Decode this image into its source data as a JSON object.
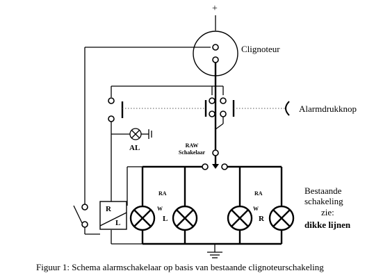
{
  "labels": {
    "supply": "+",
    "flasher": "Clignoteur",
    "alarm_button": "Alarmdrukknop",
    "indicator": "AL",
    "switch_code": "RAW",
    "switch_name": "Schakelaar",
    "lamp_group_left": "RA\nW",
    "left_side": "L",
    "lamp_group_right": "RA\nW",
    "right_side": "R",
    "relay_r": "R",
    "relay_l": "L",
    "note_line1": "Bestaande",
    "note_line2": "schakeling",
    "note_line3": "zie:",
    "note_line4": "dikke lijnen"
  },
  "caption": "Figuur 1: Schema alarmschakelaar op basis van bestaande clignoteurschakeling"
}
